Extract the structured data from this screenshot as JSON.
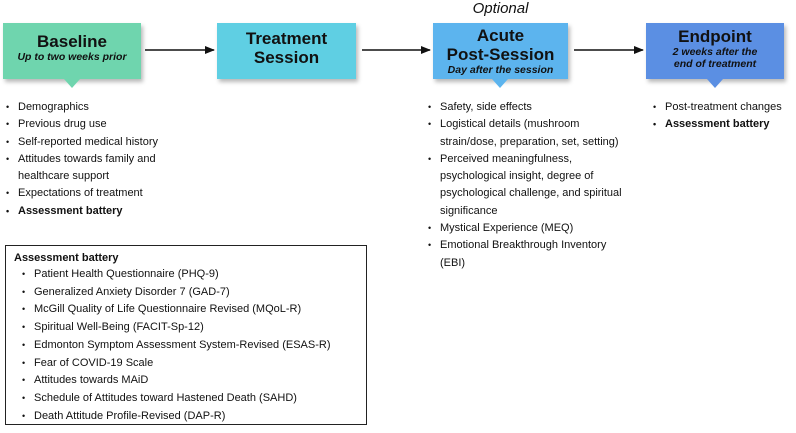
{
  "optional_label": "Optional",
  "stages": {
    "baseline": {
      "title": "Baseline",
      "subtitle": "Up to two weeks prior",
      "color": "#6fd5ae"
    },
    "treatment": {
      "title_line1": "Treatment",
      "title_line2": "Session",
      "color": "#5fcfe3"
    },
    "acute": {
      "title_line1": "Acute",
      "title_line2": "Post-Session",
      "subtitle": "Day after the session",
      "color": "#5cb4ee"
    },
    "endpoint": {
      "title": "Endpoint",
      "subtitle_line1": "2 weeks after the",
      "subtitle_line2": "end of treatment",
      "color": "#5b8fe3"
    }
  },
  "baseline_items": [
    "Demographics",
    "Previous drug use",
    "Self-reported medical history",
    "Attitudes towards family and",
    "healthcare support",
    "Expectations of treatment",
    "Assessment battery"
  ],
  "acute_items": [
    "Safety, side effects",
    "Logistical details (mushroom",
    "strain/dose, preparation, set, setting)",
    "Perceived meaningfulness,",
    "psychological insight, degree of",
    "psychological challenge, and spiritual",
    "significance",
    "Mystical Experience (MEQ)",
    "Emotional Breakthrough Inventory",
    "(EBI)"
  ],
  "endpoint_items": [
    "Post-treatment changes",
    "Assessment battery"
  ],
  "assessment_battery": {
    "heading": "Assessment battery",
    "items": [
      "Patient Health Questionnaire (PHQ-9)",
      "Generalized Anxiety Disorder 7 (GAD-7)",
      "McGill Quality of Life Questionnaire Revised (MQoL-R)",
      "Spiritual Well-Being (FACIT-Sp-12)",
      "Edmonton Symptom Assessment System-Revised (ESAS-R)",
      "Fear of COVID-19 Scale",
      "Attitudes towards MAiD",
      "Schedule of Attitudes toward Hastened Death (SAHD)",
      "Death Attitude Profile-Revised (DAP-R)"
    ]
  }
}
